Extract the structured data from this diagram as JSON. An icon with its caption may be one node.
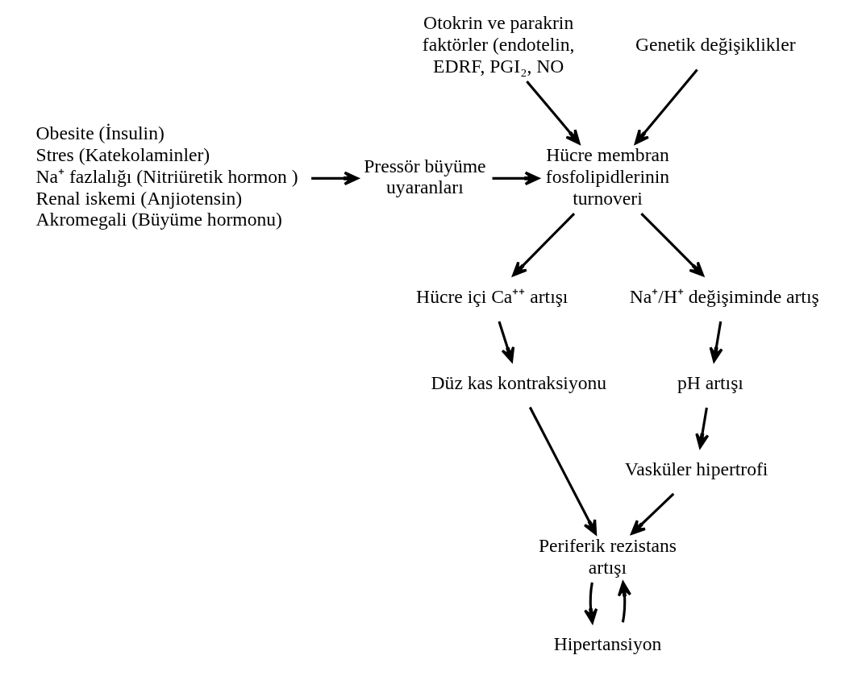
{
  "diagram": {
    "nodes": [
      {
        "text": [
          "Otokrin ve parakrin faktörler (endotelin, EDRF, PGI₂, NO"
        ]
      },
      {
        "text": [
          "Genetik değişiklikler"
        ]
      },
      {
        "text": [
          "Obesite (İnsulin)",
          "Stres (Katekolaminler)",
          "Na⁺ fazlalığı (Nitriüretik hormon )",
          "Renal iskemi (Anjiotensin)",
          "Akromegali (Büyüme hormonu)"
        ]
      },
      {
        "text": [
          "Pressör büyüme uyaranları"
        ]
      },
      {
        "text": [
          "Hücre membran fosfolipidlerinin turnoveri"
        ]
      },
      {
        "text": [
          "Hücre içi Ca⁺⁺ artışı"
        ]
      },
      {
        "text": [
          "Na⁺/H⁺ değişiminde artış"
        ]
      },
      {
        "text": [
          "Düz kas kontraksiyonu"
        ]
      },
      {
        "text": [
          "pH artışı"
        ]
      },
      {
        "text": [
          "Vasküler hipertrofi"
        ]
      },
      {
        "text": [
          "Periferik rezistans artışı"
        ]
      },
      {
        "text": [
          "Hipertansiyon"
        ]
      }
    ],
    "edges": [
      {
        "from": 2,
        "to": 3,
        "arrow": "to"
      },
      {
        "from": 3,
        "to": 4,
        "arrow": "to"
      },
      {
        "from": 1,
        "to": 4,
        "arrow": "to"
      },
      {
        "from": 0,
        "to": 4,
        "arrow": "to"
      },
      {
        "from": 4,
        "to": 5,
        "arrow": "to"
      },
      {
        "from": 4,
        "to": 6,
        "arrow": "to"
      },
      {
        "from": 5,
        "to": 7,
        "arrow": "to"
      },
      {
        "from": 6,
        "to": 8,
        "arrow": "to"
      },
      {
        "from": 8,
        "to": 9,
        "arrow": "to"
      },
      {
        "from": 7,
        "to": 10,
        "arrow": "to"
      },
      {
        "from": 9,
        "to": 10,
        "arrow": "to"
      },
      {
        "from": 10,
        "to": 11,
        "arrow": "to"
      },
      {
        "from": 11,
        "to": 10,
        "arrow": "to"
      }
    ]
  }
}
